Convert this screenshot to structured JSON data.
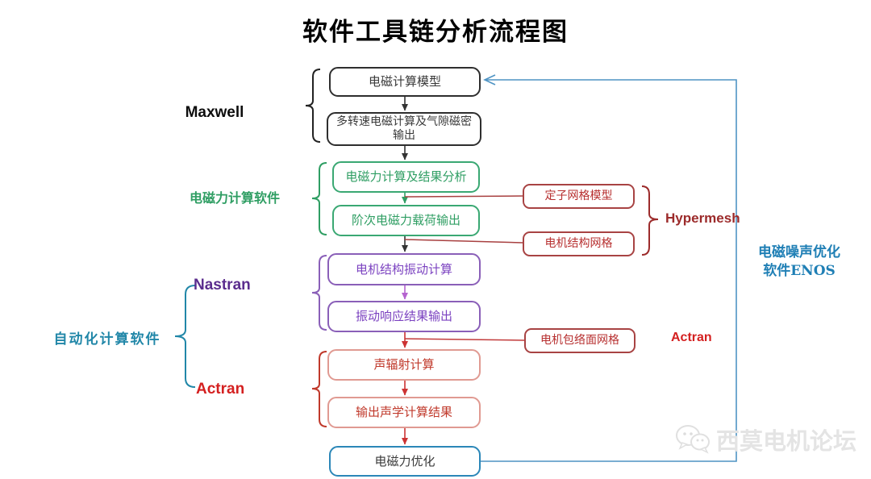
{
  "title": "软件工具链分析流程图",
  "flow": {
    "main_boxes": [
      {
        "id": "em-model",
        "label": "电磁计算模型",
        "color": "black"
      },
      {
        "id": "multi-speed-output",
        "label": "多转速电磁计算及气隙磁密输出",
        "color": "black"
      },
      {
        "id": "em-force-analysis",
        "label": "电磁力计算及结果分析",
        "color": "green"
      },
      {
        "id": "order-force-output",
        "label": "阶次电磁力载荷输出",
        "color": "green"
      },
      {
        "id": "structure-vibration",
        "label": "电机结构振动计算",
        "color": "purple"
      },
      {
        "id": "vibration-response",
        "label": "振动响应结果输出",
        "color": "purple"
      },
      {
        "id": "acoustic-radiation",
        "label": "声辐射计算",
        "color": "lightred"
      },
      {
        "id": "acoustic-result",
        "label": "输出声学计算结果",
        "color": "lightred"
      },
      {
        "id": "em-optimization",
        "label": "电磁力优化",
        "color": "blue"
      }
    ],
    "mesh_boxes": [
      {
        "id": "stator-mesh",
        "label": "定子网格模型"
      },
      {
        "id": "motor-structure-mesh",
        "label": "电机结构网格"
      },
      {
        "id": "motor-envelope-mesh",
        "label": "电机包络面网格"
      }
    ]
  },
  "labels": {
    "maxwell": "Maxwell",
    "em_force_software": "电磁力计算软件",
    "nastran": "Nastran",
    "automation_software": "自动化计算软件",
    "actran_left": "Actran",
    "hypermesh": "Hypermesh",
    "actran_right": "Actran",
    "enos_line1": "电磁噪声优化",
    "enos_line2": "软件ENOS"
  },
  "watermark": {
    "text": "西莫电机论坛"
  },
  "colors": {
    "black_box": "#2e2e2e",
    "green": "#2f9e63",
    "purple_box": "#8a5fb8",
    "purple_text": "#7b42c0",
    "lightred_border": "#e09a92",
    "red_text": "#c0392b",
    "mesh_red": "#a84343",
    "blue_box": "#2b87b8",
    "feedback_blue": "#4f94c4",
    "orchid_arrow": "#b564cf",
    "nastran_purple": "#5b2d8e",
    "actran_red": "#d42020",
    "hypermesh_red": "#9c2b2b",
    "automation_teal": "#2187a8",
    "enos_blue": "#1f7fb5"
  }
}
